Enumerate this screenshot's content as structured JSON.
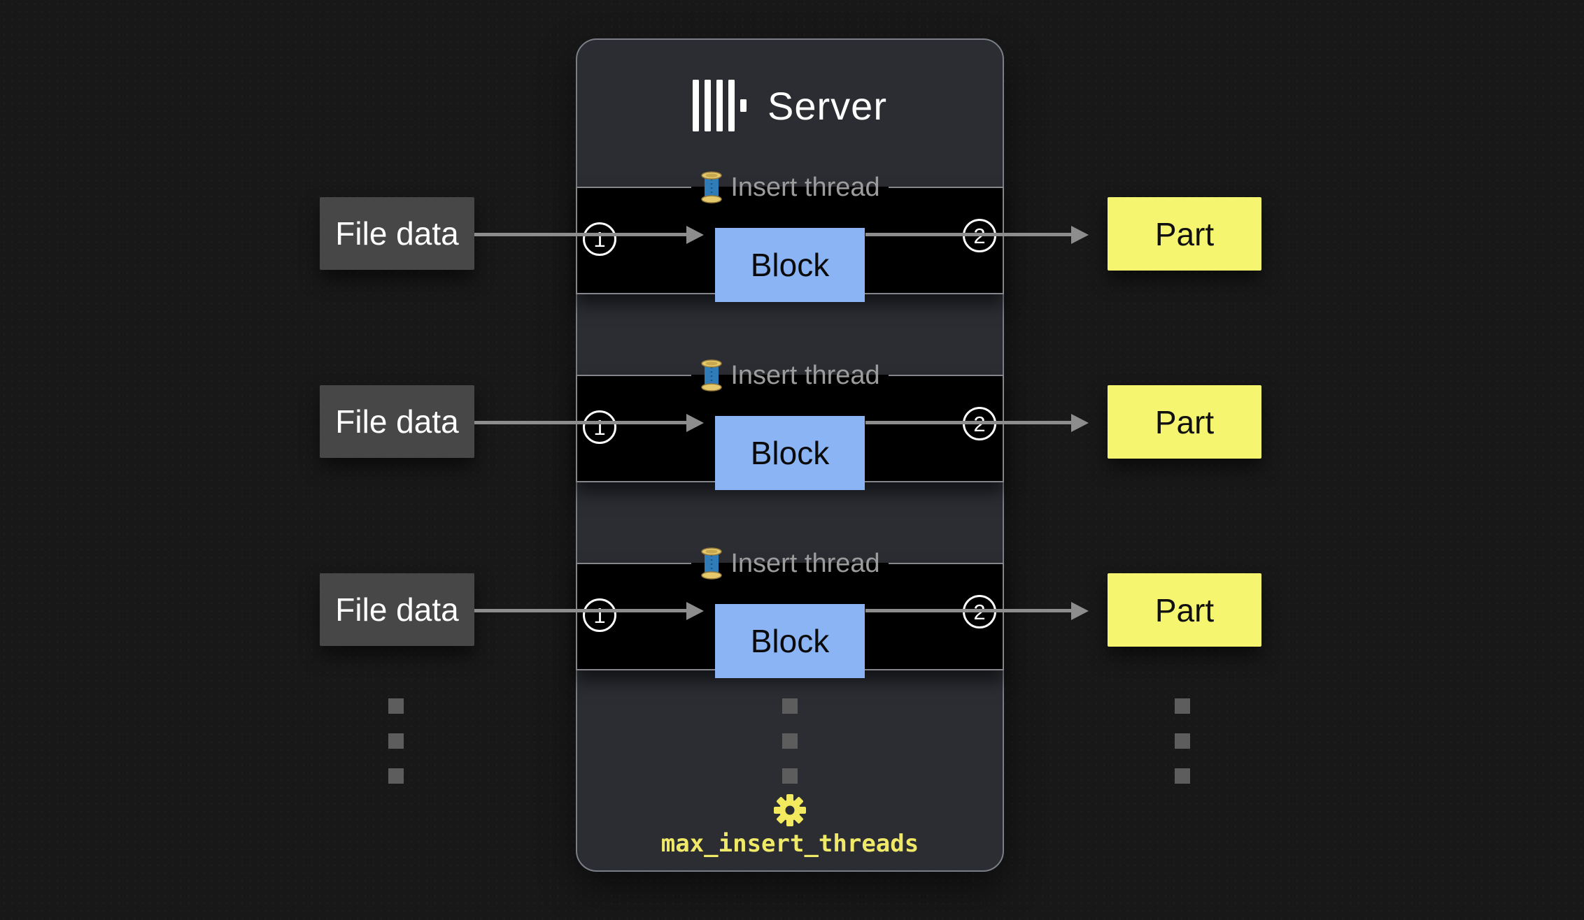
{
  "diagram": {
    "inputs": [
      {
        "label": "File data"
      },
      {
        "label": "File data"
      },
      {
        "label": "File data"
      }
    ],
    "outputs": [
      {
        "label": "Part"
      },
      {
        "label": "Part"
      },
      {
        "label": "Part"
      }
    ],
    "server": {
      "title": "Server",
      "logo_icon": "clickhouse-logo",
      "rows": [
        {
          "thread_icon": "thread-spool-icon",
          "thread_label": "Insert thread",
          "step_in": "1",
          "block_label": "Block",
          "step_out": "2"
        },
        {
          "thread_icon": "thread-spool-icon",
          "thread_label": "Insert thread",
          "step_in": "1",
          "block_label": "Block",
          "step_out": "2"
        },
        {
          "thread_icon": "thread-spool-icon",
          "thread_label": "Insert thread",
          "step_in": "1",
          "block_label": "Block",
          "step_out": "2"
        }
      ],
      "footer": {
        "gear_icon": "gear-icon",
        "setting_name": "max_insert_threads"
      }
    },
    "colors": {
      "page_bg": "#181818",
      "panel_bg": "#2b2d33",
      "panel_border": "#7a7e86",
      "row_bg": "#000000",
      "row_border": "#84868b",
      "thread_label_text": "#9c9c9c",
      "file_box_bg": "#474747",
      "block_bg": "#8ab4f4",
      "part_bg": "#f5f570",
      "arrow": "#8d8d8d",
      "ellipsis_dots": "#5d5d5d",
      "accent_yellow": "#f0e968"
    }
  }
}
